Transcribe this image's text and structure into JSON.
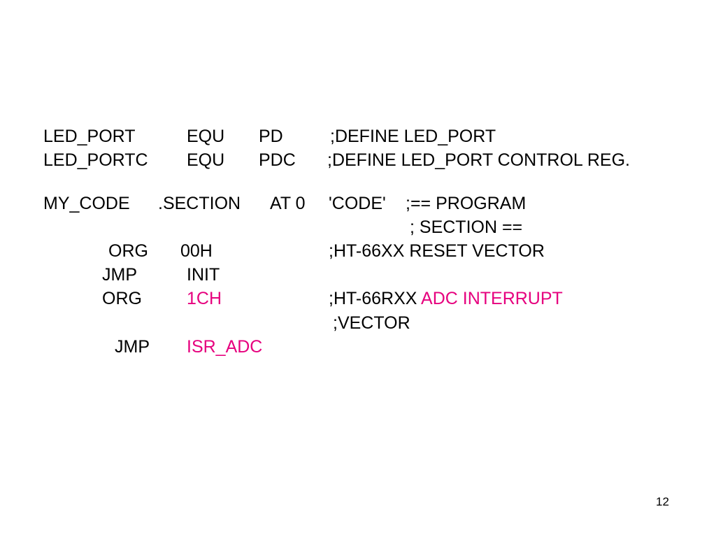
{
  "slide": {
    "accent_color": "#e6007e",
    "page_number": "12",
    "lines": {
      "l1": {
        "label": "LED_PORT",
        "directive": "EQU",
        "value": "PD",
        "comment": ";DEFINE LED_PORT"
      },
      "l2": {
        "label": "LED_PORTC",
        "directive": "EQU",
        "value": "PDC",
        "comment": ";DEFINE LED_PORT CONTROL REG."
      },
      "l3": {
        "label": "MY_CODE",
        "directive": ".SECTION",
        "value": "AT 0",
        "name": "'CODE'",
        "comment": ";== PROGRAM"
      },
      "l4": {
        "comment": "; SECTION =="
      },
      "l5": {
        "op": "ORG",
        "arg": "00H",
        "comment": ";HT-66XX RESET VECTOR"
      },
      "l6": {
        "op": "JMP",
        "arg": "INIT"
      },
      "l7": {
        "op": "ORG",
        "arg": "1CH",
        "comment_prefix": ";HT-66RXX",
        "comment_highlight": "ADC INTERRUPT"
      },
      "l8": {
        "comment": ";VECTOR"
      },
      "l9": {
        "op": "JMP",
        "arg": "ISR_ADC"
      }
    }
  }
}
